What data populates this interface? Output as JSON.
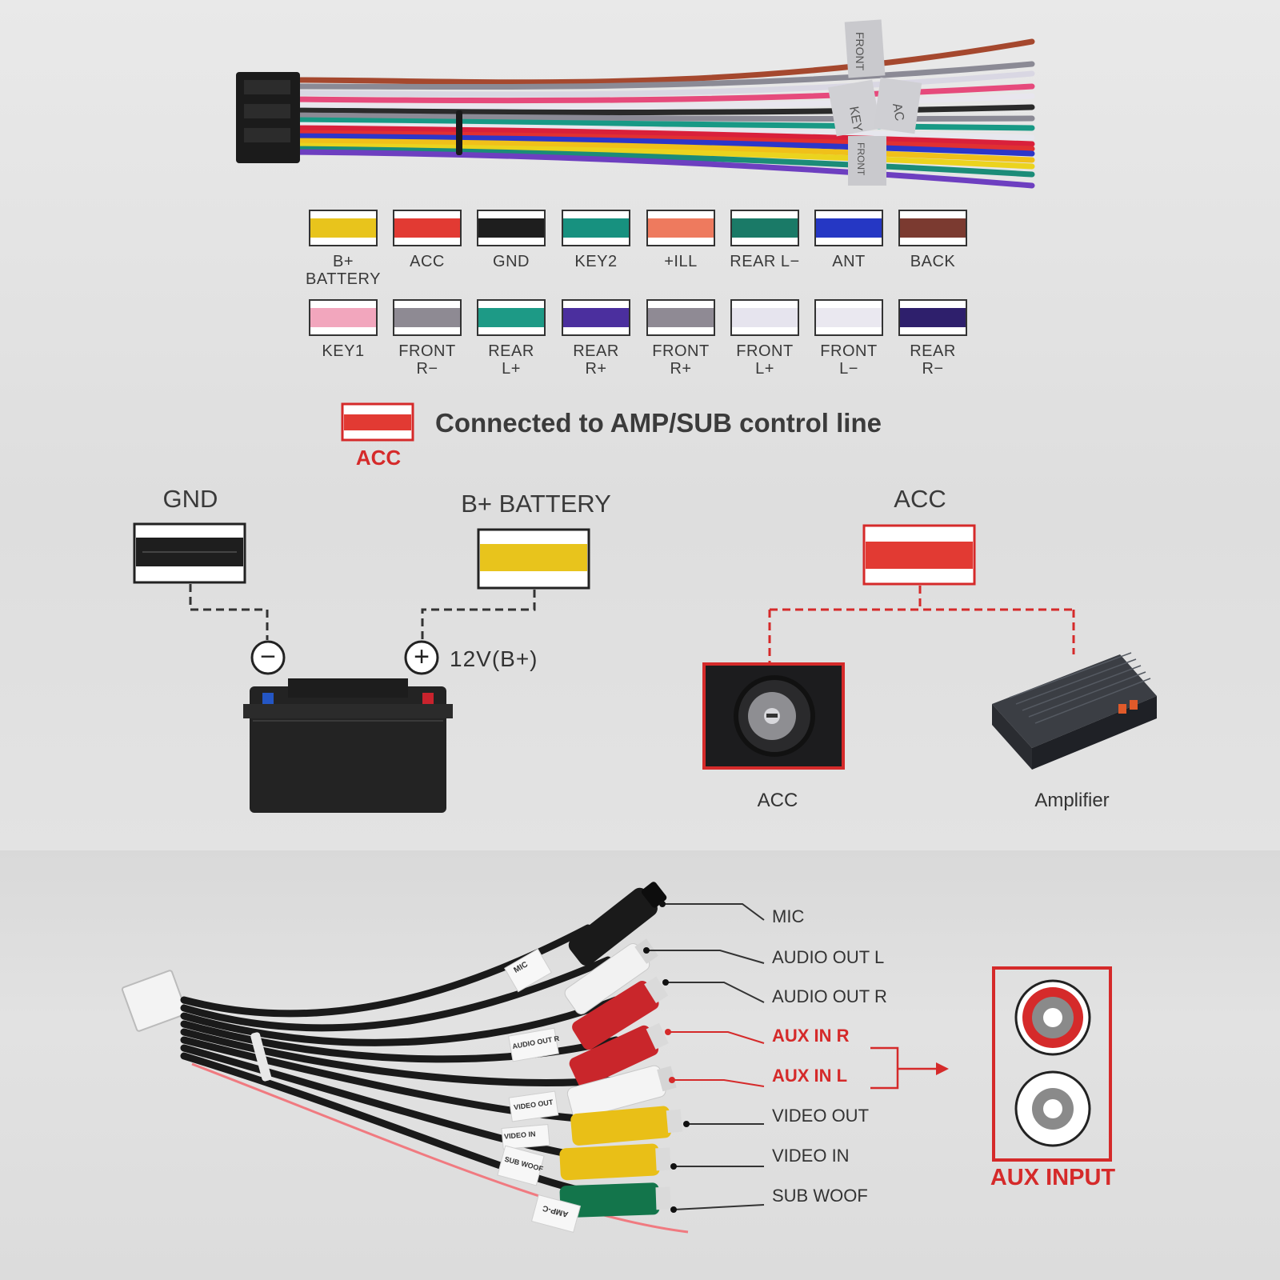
{
  "wire_legend": [
    {
      "label": "B+\nBATTERY",
      "color": "#e8c41c"
    },
    {
      "label": "ACC",
      "color": "#e23a33"
    },
    {
      "label": "GND",
      "color": "#1e1e1e"
    },
    {
      "label": "KEY2",
      "color": "#17917f"
    },
    {
      "label": "+ILL",
      "color": "#ee7a5e"
    },
    {
      "label": "REAR L−",
      "color": "#1a7a67"
    },
    {
      "label": "ANT",
      "color": "#2537c4"
    },
    {
      "label": "BACK",
      "color": "#7b3a30"
    },
    {
      "label": "KEY1",
      "color": "#f2a6bd"
    },
    {
      "label": "FRONT\nR−",
      "color": "#8e8a93"
    },
    {
      "label": "REAR\nL+",
      "color": "#1d9a86"
    },
    {
      "label": "REAR\nR+",
      "color": "#4b2f9e"
    },
    {
      "label": "FRONT\nR+",
      "color": "#8f8a94"
    },
    {
      "label": "FRONT\nL+",
      "color": "#e6e4ee"
    },
    {
      "label": "FRONT\nL−",
      "color": "#eae8f0"
    },
    {
      "label": "REAR\nR−",
      "color": "#2e1f6c"
    }
  ],
  "acc_note": {
    "swatch_label": "ACC",
    "text": "Connected to AMP/SUB control line"
  },
  "power": {
    "gnd_title": "GND",
    "battery_title": "B+ BATTERY",
    "acc_title": "ACC",
    "minus_symbol": "−",
    "plus_symbol": "+",
    "voltage": "12V(B+)",
    "acc_item": "ACC",
    "amp_item": "Amplifier"
  },
  "harness_tags": {
    "front1": "FRONT",
    "key": "KEY",
    "ac": "AC",
    "front2": "FRONT"
  },
  "rca": {
    "labels": [
      {
        "text": "MIC",
        "highlight": false
      },
      {
        "text": "AUDIO OUT L",
        "highlight": false
      },
      {
        "text": "AUDIO OUT R",
        "highlight": false
      },
      {
        "text": "AUX IN R",
        "highlight": true
      },
      {
        "text": "AUX IN L",
        "highlight": true
      },
      {
        "text": "VIDEO OUT",
        "highlight": false
      },
      {
        "text": "VIDEO IN",
        "highlight": false
      },
      {
        "text": "SUB WOOF",
        "highlight": false
      }
    ],
    "tags": [
      "MIC",
      "AUDIO OUT R",
      "VIDEO OUT",
      "VIDEO IN",
      "SUB WOOF",
      "AMP-C"
    ],
    "aux_input": "AUX INPUT"
  },
  "colors": {
    "accent": "#d52a2a",
    "label": "#3a3a3a"
  }
}
